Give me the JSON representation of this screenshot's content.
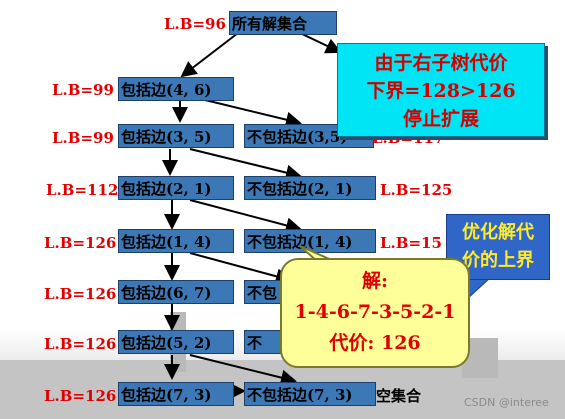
{
  "tree": {
    "root": {
      "lb": "L.B=96",
      "label": "所有解集合"
    },
    "levels": [
      {
        "lb": "L.B=99",
        "include": "包括边(4, 6)",
        "exclude": null,
        "exclude_lb": null
      },
      {
        "lb": "L.B=99",
        "include": "包括边(3, 5)",
        "exclude": "不包括边(3,5)",
        "exclude_lb": "L.B=117"
      },
      {
        "lb": "L.B=112",
        "include": "包括边(2, 1)",
        "exclude": "不包括边(2, 1)",
        "exclude_lb": "L.B=125"
      },
      {
        "lb": "L.B=126",
        "include": "包括边(1, 4)",
        "exclude": "不包括边(1, 4)",
        "exclude_lb": "L.B=15"
      },
      {
        "lb": "L.B=126",
        "include": "包括边(6, 7)",
        "exclude": "不包",
        "exclude_lb": null
      },
      {
        "lb": "L.B=126",
        "include": "包括边(5, 2)",
        "exclude": "不",
        "exclude_lb": null
      },
      {
        "lb": "L.B=126",
        "include": "包括边(7, 3)",
        "exclude": "不包括边(7, 3)",
        "exclude_lb": "空集合"
      }
    ]
  },
  "callouts": {
    "right_subtree": [
      "由于右子树代价",
      "下界=128>126",
      "停止扩展"
    ],
    "optimal": [
      "优化解代",
      "价的上界"
    ],
    "solution": {
      "title": "解:",
      "path": "1-4-6-7-3-5-2-1",
      "cost": "代价: 126"
    }
  },
  "watermark": "CSDN @interee",
  "colors": {
    "node_fill": "#3b78b5",
    "lb_text": "#e00000",
    "callout_cyan": "#00e5f5",
    "callout_yellow": "#ffff99",
    "callout_blue": "#2f66c8"
  }
}
